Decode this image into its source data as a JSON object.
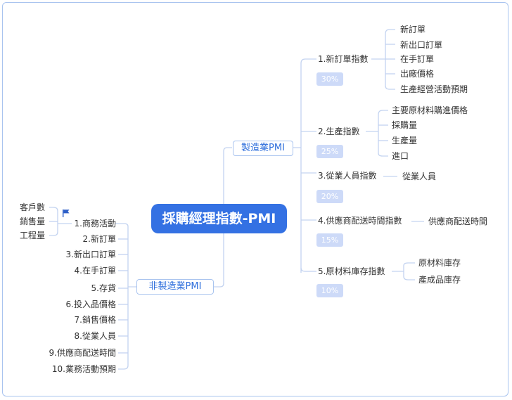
{
  "central_topic": "採購經理指數-PMI",
  "manufacturing": {
    "label": "製造業PMI",
    "items": [
      {
        "label": "1.新訂單指數",
        "weight": "30%",
        "children": [
          "新訂單",
          "新出口訂單",
          "在手訂單",
          "出廠價格",
          "生產經營活動預期"
        ]
      },
      {
        "label": "2.生產指數",
        "weight": "25%",
        "children": [
          "主要原材料購進價格",
          "採購量",
          "生產量",
          "進口"
        ]
      },
      {
        "label": "3.從業人員指數",
        "weight": "20%",
        "children": [
          "從業人員"
        ]
      },
      {
        "label": "4.供應商配送時間指數",
        "weight": "15%",
        "children": [
          "供應商配送時間"
        ]
      },
      {
        "label": "5.原材料庫存指數",
        "weight": "10%",
        "children": [
          "原材料庫存",
          "產成品庫存"
        ]
      }
    ]
  },
  "non_manufacturing": {
    "label": "非製造業PMI",
    "items": [
      "1.商務活動",
      "2.新訂單",
      "3.新出口訂單",
      "4.在手訂單",
      "5.存貨",
      "6.投入品價格",
      "7.銷售價格",
      "8.從業人員",
      "9.供應商配送時間",
      "10.業務活動預期"
    ],
    "business_activity_children": [
      "客戶數",
      "銷售量",
      "工程量"
    ]
  },
  "colors": {
    "central": "#3471e3",
    "branch_text": "#2f6fdc",
    "line": "#c3d3f0",
    "badge": "#cddaf8"
  },
  "icons": {
    "marker": "flag-icon"
  }
}
